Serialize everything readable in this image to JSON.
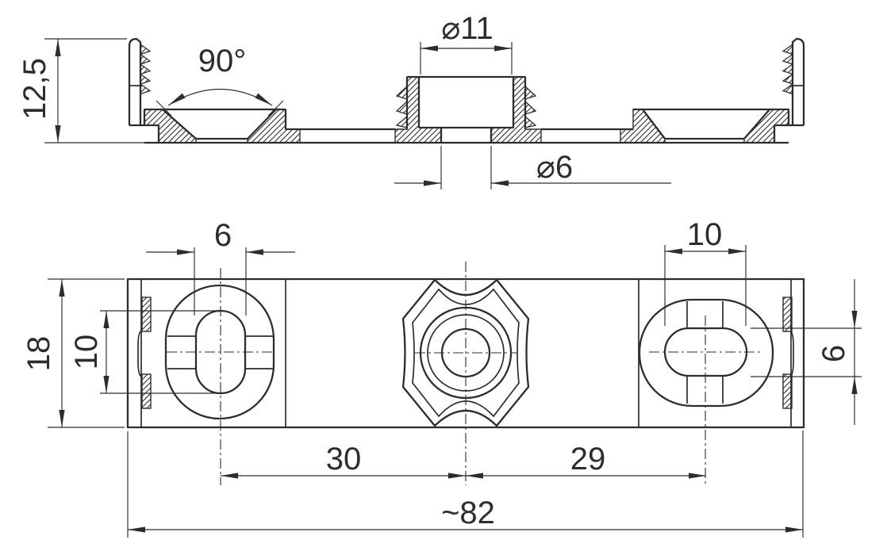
{
  "drawing": {
    "background": "#ffffff",
    "line_color": "#2d2d2d",
    "section": {
      "dims": {
        "height": "12,5",
        "countersink_angle": "90°",
        "boss_dia": "⌀11",
        "hole_dia": "⌀6"
      }
    },
    "plan": {
      "dims": {
        "left_slot_width": "6",
        "left_slot_length": "10",
        "plate_width": "18",
        "right_slot_length": "10",
        "right_slot_width": "6",
        "pitch_left": "30",
        "pitch_right": "29",
        "overall_length": "~82"
      }
    }
  }
}
